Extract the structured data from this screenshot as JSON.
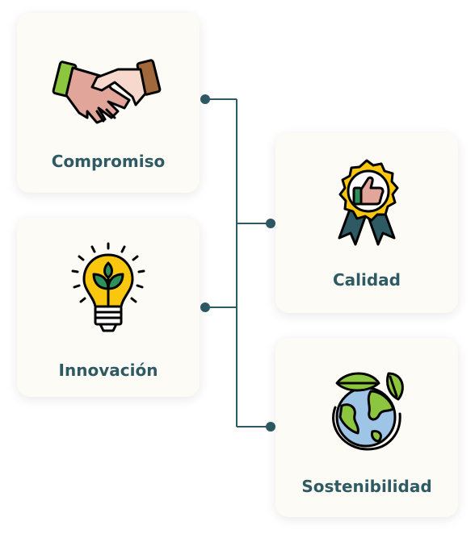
{
  "cards": {
    "compromiso": {
      "label": "Compromiso",
      "icon": "handshake-icon"
    },
    "innovacion": {
      "label": "Innovación",
      "icon": "lightbulb-plant-icon"
    },
    "calidad": {
      "label": "Calidad",
      "icon": "quality-badge-thumbs-up-icon"
    },
    "sostenibilidad": {
      "label": "Sostenibilidad",
      "icon": "earth-leaves-icon"
    }
  },
  "colors": {
    "label_text": "#2e5a64",
    "connector": "#2e5a64",
    "card_background": "#fcfbf6"
  }
}
